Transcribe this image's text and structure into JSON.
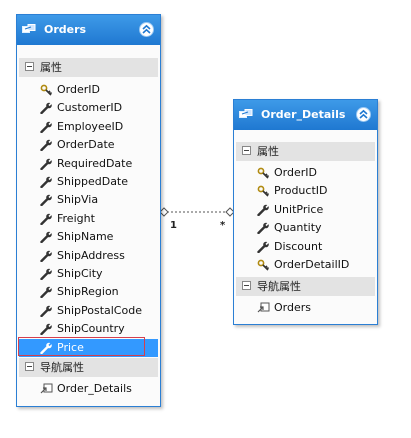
{
  "orders": {
    "title": "Orders",
    "properties_label": "属性",
    "properties": [
      "OrderID",
      "CustomerID",
      "EmployeeID",
      "OrderDate",
      "RequiredDate",
      "ShippedDate",
      "ShipVia",
      "Freight",
      "ShipName",
      "ShipAddress",
      "ShipCity",
      "ShipRegion",
      "ShipPostalCode",
      "ShipCountry",
      "Price"
    ],
    "key_properties": [
      "OrderID"
    ],
    "selected_property": "Price",
    "navigation_label": "导航属性",
    "navigation": [
      "Order_Details"
    ]
  },
  "order_details": {
    "title": "Order_Details",
    "properties_label": "属性",
    "properties": [
      "OrderID",
      "ProductID",
      "UnitPrice",
      "Quantity",
      "Discount",
      "OrderDetailID"
    ],
    "key_properties": [
      "OrderID",
      "ProductID",
      "OrderDetailID"
    ],
    "navigation_label": "导航属性",
    "navigation": [
      "Orders"
    ]
  },
  "association": {
    "left_multiplicity": "1",
    "right_multiplicity": "*"
  },
  "colors": {
    "header_blue": "#1f78d1",
    "border_blue": "#2b7fd4",
    "selection": "#3399ff",
    "selection_outline": "#d43f4f"
  },
  "icons": {
    "entity": "entity-icon",
    "collapse": "double-chevron-up-icon",
    "key_property": "key-property-icon",
    "property": "wrench-icon",
    "navigation": "navigation-property-icon"
  }
}
